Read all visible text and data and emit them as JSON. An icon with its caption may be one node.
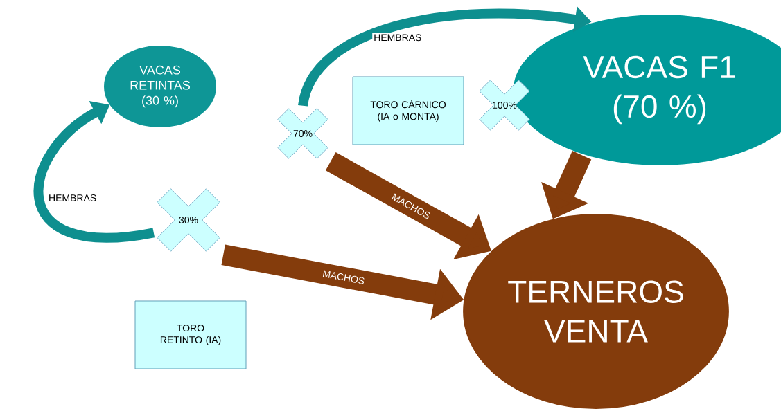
{
  "diagram": {
    "nodes": [
      {
        "text": [
          "VACAS RETINTAS",
          "(30 %)"
        ]
      },
      {
        "text": [
          "VACAS F1",
          "(70 %)"
        ]
      },
      {
        "text": [
          "TERNEROS VENTA"
        ]
      },
      {
        "text": [
          "TORO CÁRNICO (IA o MONTA)"
        ]
      },
      {
        "text": [
          "TORO RETINTO (IA)"
        ]
      },
      {
        "text": [
          "70%"
        ]
      },
      {
        "text": [
          "30%"
        ]
      },
      {
        "text": [
          "100%"
        ]
      }
    ],
    "edges": [
      {
        "from": 5,
        "to": 1,
        "arrow": "to",
        "label": "HEMBRAS",
        "color": "#0e8f8f"
      },
      {
        "from": 6,
        "to": 0,
        "arrow": "to",
        "label": "HEMBRAS",
        "color": "#0e8f8f"
      },
      {
        "from": 5,
        "to": 2,
        "arrow": "to",
        "label": "MACHOS"
      },
      {
        "from": 6,
        "to": 2,
        "arrow": "to",
        "label": "MACHOS"
      },
      {
        "from": 1,
        "to": 2,
        "arrow": "to"
      }
    ]
  }
}
